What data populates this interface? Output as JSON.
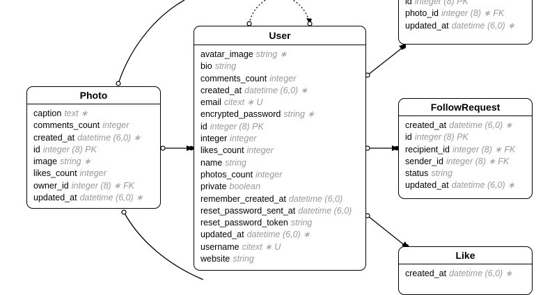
{
  "entities": {
    "user": {
      "name": "User",
      "attributes": [
        {
          "name": "avatar_image",
          "type": "string ∗"
        },
        {
          "name": "bio",
          "type": "string"
        },
        {
          "name": "comments_count",
          "type": "integer"
        },
        {
          "name": "created_at",
          "type": "datetime (6,0) ∗"
        },
        {
          "name": "email",
          "type": "citext ∗ U"
        },
        {
          "name": "encrypted_password",
          "type": "string ∗"
        },
        {
          "name": "id",
          "type": "integer (8) PK"
        },
        {
          "name": "integer",
          "type": "integer"
        },
        {
          "name": "likes_count",
          "type": "integer"
        },
        {
          "name": "name",
          "type": "string"
        },
        {
          "name": "photos_count",
          "type": "integer"
        },
        {
          "name": "private",
          "type": "boolean"
        },
        {
          "name": "remember_created_at",
          "type": "datetime (6,0)"
        },
        {
          "name": "reset_password_sent_at",
          "type": "datetime (6,0)"
        },
        {
          "name": "reset_password_token",
          "type": "string"
        },
        {
          "name": "updated_at",
          "type": "datetime (6,0) ∗"
        },
        {
          "name": "username",
          "type": "citext ∗ U"
        },
        {
          "name": "website",
          "type": "string"
        }
      ]
    },
    "photo": {
      "name": "Photo",
      "attributes": [
        {
          "name": "caption",
          "type": "text ∗"
        },
        {
          "name": "comments_count",
          "type": "integer"
        },
        {
          "name": "created_at",
          "type": "datetime (6,0) ∗"
        },
        {
          "name": "id",
          "type": "integer (8) PK"
        },
        {
          "name": "image",
          "type": "string ∗"
        },
        {
          "name": "likes_count",
          "type": "integer"
        },
        {
          "name": "owner_id",
          "type": "integer (8) ∗ FK"
        },
        {
          "name": "updated_at",
          "type": "datetime (6,0) ∗"
        }
      ]
    },
    "top_right": {
      "attributes": [
        {
          "name": "id",
          "type": "integer (8) PK"
        },
        {
          "name": "photo_id",
          "type": "integer (8) ∗ FK"
        },
        {
          "name": "updated_at",
          "type": "datetime (6,0) ∗"
        }
      ]
    },
    "follow_request": {
      "name": "FollowRequest",
      "attributes": [
        {
          "name": "created_at",
          "type": "datetime (6,0) ∗"
        },
        {
          "name": "id",
          "type": "integer (8) PK"
        },
        {
          "name": "recipient_id",
          "type": "integer (8) ∗ FK"
        },
        {
          "name": "sender_id",
          "type": "integer (8) ∗ FK"
        },
        {
          "name": "status",
          "type": "string"
        },
        {
          "name": "updated_at",
          "type": "datetime (6,0) ∗"
        }
      ]
    },
    "like": {
      "name": "Like",
      "attributes": [
        {
          "name": "created_at",
          "type": "datetime (6,0) ∗"
        }
      ]
    }
  },
  "colors": {
    "line": "#000000",
    "type_text": "#999999"
  }
}
